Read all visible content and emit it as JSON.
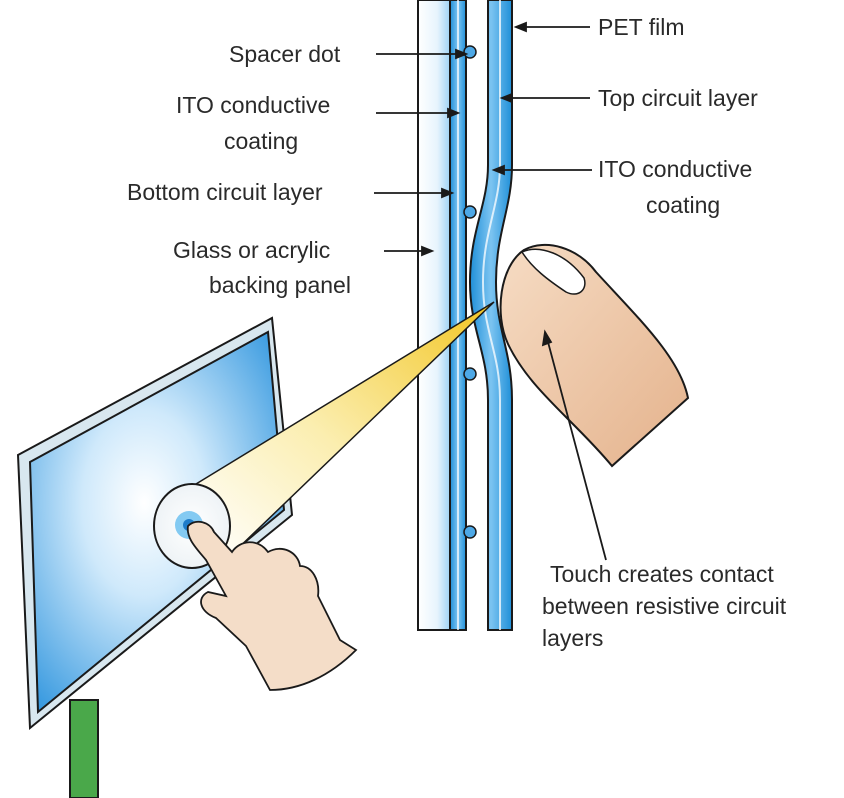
{
  "labels": {
    "spacer_dot": "Spacer dot",
    "ito_left_1": "ITO conductive",
    "ito_left_2": "coating",
    "bottom_layer": "Bottom circuit layer",
    "glass_1": "Glass or acrylic",
    "glass_2": "backing panel",
    "pet_film": "PET film",
    "top_layer": "Top circuit layer",
    "ito_right_1": "ITO conductive",
    "ito_right_2": "coating",
    "touch_1": "Touch creates contact",
    "touch_2": "between resistive circuit",
    "touch_3": "layers"
  },
  "colors": {
    "panel_blue": "#3f9fe0",
    "panel_light": "#cfe9fb",
    "outline": "#1a1a1a",
    "skin": "#efc9a8",
    "beam_yellow": "#f6d63a",
    "stand_green": "#4aa84a"
  }
}
